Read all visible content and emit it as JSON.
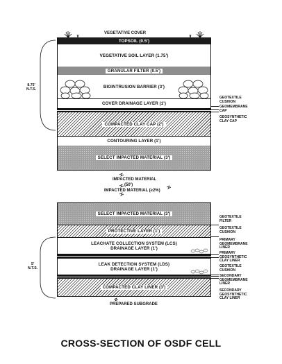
{
  "title": "CROSS-SECTION OF OSDF CELL",
  "cap": {
    "height_label": [
      "8.75'",
      "N.T.S."
    ],
    "vegetative_cover": "VEGETATIVE COVER",
    "topsoil": "TOPSOIL (0.5')",
    "vegetative_soil": "VEGETATIVE SOIL LAYER (1.75')",
    "granular_filter": "GRANULAR FILTER (0.5')",
    "biointrusion": "BIOINTRUSION BARRIER (3')",
    "cover_drainage": "COVER DRAINAGE LAYER (1')",
    "compacted_clay_cap": "COMPACTED CLAY CAP (2')",
    "contouring": "CONTOURING LAYER (1')",
    "select_impacted": "SELECT IMPACTED MATERIAL (3')",
    "notes": {
      "geotextile_cushion": [
        "GEOTEXTILE",
        "CUSHION"
      ],
      "geomembrane_cap": [
        "GEOMEMBRANE",
        "CAP"
      ],
      "gcl_cap": [
        "GEOSYNTHETIC",
        "CLAY CAP"
      ]
    }
  },
  "middle": {
    "impacted_material": "IMPACTED MATERIAL",
    "depth": "(50')",
    "impacted_material_slope": "IMPACTED MATERIAL (≥2%)"
  },
  "liner": {
    "height_label": [
      "5'",
      "N.T.S."
    ],
    "select_impacted": "SELECT IMPACTED MATERIAL (3')",
    "protective": "PROTECTIVE LAYER (1')",
    "lcs": [
      "LEACHATE COLLECTION SYSTEM (LCS)",
      "DRAINAGE LAYER (1')"
    ],
    "lds": [
      "LEAK DETECTION SYSTEM (LDS)",
      "DRAINAGE LAYER (1')"
    ],
    "compacted_clay_liner": "COMPACTED CLAY LINER (3')",
    "prepared_subgrade": "PREPARED SUBGRADE",
    "notes": {
      "geotextile_filter": [
        "GEOTEXTILE",
        "FILTER"
      ],
      "geotextile_cushion": [
        "GEOTEXTILE",
        "CUSHION"
      ],
      "primary_geomembrane": [
        "PRIMARY",
        "GEOMEMBRANE",
        "LINER"
      ],
      "primary_gcl": [
        "PRIMARY",
        "GEOSYNTHETIC",
        "CLAY LINER"
      ],
      "geotextile_cushion_2": [
        "GEOTEXTILE",
        "CUSHION"
      ],
      "secondary_geomembrane": [
        "SECONDARY",
        "GEOMEMBRANE",
        "LINER"
      ],
      "secondary_gcl": [
        "SECONDARY",
        "GEOSYNTHETIC",
        "CLAY LINER"
      ]
    }
  }
}
